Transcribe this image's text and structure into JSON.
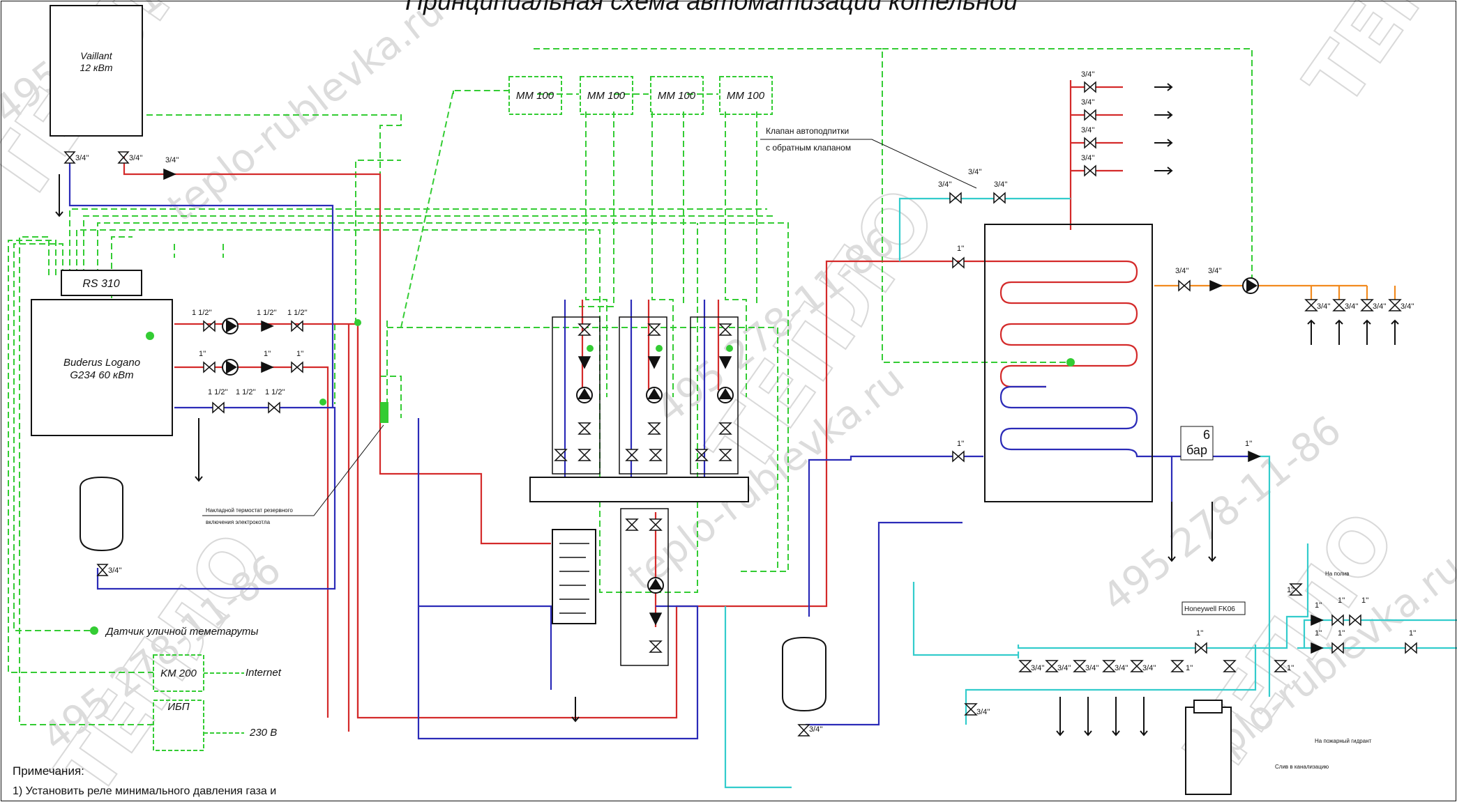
{
  "title": "Принципиальная схема автоматизации котельной",
  "boilers": {
    "vaillant": {
      "name": "Vaillant",
      "power": "12 кВт"
    },
    "buderus": {
      "name": "Buderus Logano",
      "model": "G234 60 кВт"
    }
  },
  "controllers": {
    "rs": "RS 310",
    "mm_modules": [
      "MM 100",
      "MM 100",
      "MM 100",
      "MM 100"
    ],
    "km": "KM 200",
    "ups": "ИБП"
  },
  "labels": {
    "outdoor_sensor": "Датчик уличной теметаруты",
    "internet": "Internet",
    "mains": "230 В",
    "overlay_thermostat_1": "Накладной термостат резервного",
    "overlay_thermostat_2": "включения электрокотла",
    "makeup_valve_1": "Клапан автоподпитки",
    "makeup_valve_2": "с обратным клапаном",
    "pressure_value": "6",
    "pressure_unit": "бар",
    "reducer": "Honeywell FK06",
    "to_pool": "На полив",
    "to_fire": "На пожарный гидрант",
    "to_sewer": "Слив в канализацию"
  },
  "fittings": {
    "size_34": "3/4''",
    "size_1": "1''",
    "size_112": "1 1/2''"
  },
  "notes": {
    "heading": "Примечания:",
    "item1": "1) Установить реле минимального давления газа и"
  },
  "watermarks": {
    "phone": "495 278-11-86",
    "site": "teplo-rublevka.ru",
    "logo": "ТЕПЛО"
  },
  "colors": {
    "supply": "#d42a2a",
    "return": "#2b2bb8",
    "cold_water": "#33cccc",
    "control": "#33cc33",
    "hot_water": "#f28a1e",
    "black": "#111111"
  }
}
